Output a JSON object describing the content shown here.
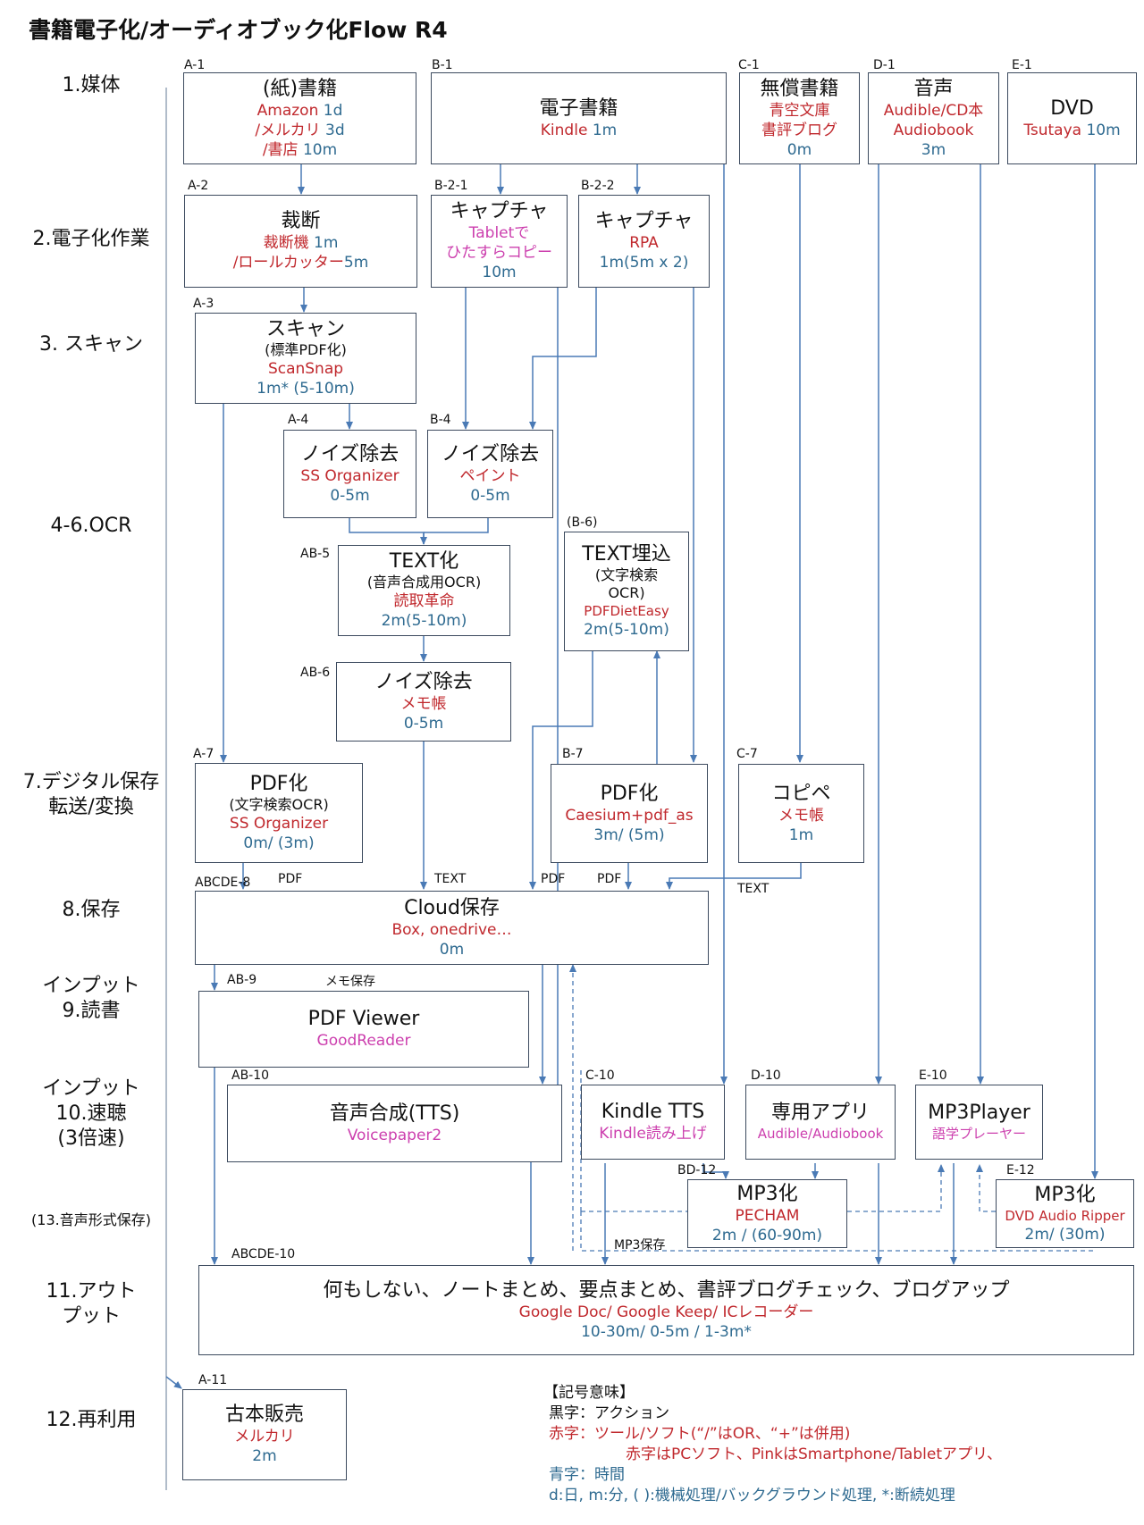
{
  "title": "書籍電子化/オーディオブック化Flow R4",
  "stages": {
    "s1": "1.媒体",
    "s2": "2.電子化作業",
    "s3": "3. スキャン",
    "s4": "4-6.OCR",
    "s7a": "7.デジタル保存",
    "s7b": "転送/変換",
    "s8": "8.保存",
    "s9a": "インプット",
    "s9b": "9.読書",
    "s10a": "インプット",
    "s10b": "10.速聴",
    "s10c": "(3倍速)",
    "s13": "(13.音声形式保存)",
    "s11a": "11.アウト",
    "s11b": "プット",
    "s12": "12.再利用"
  },
  "nodes": {
    "a1": {
      "id": "A-1",
      "title": "(紙)書籍",
      "l1_tool": "Amazon ",
      "l1_time": "1d",
      "l2_tool": "/メルカリ ",
      "l2_time": "3d",
      "l3_tool": "/書店 ",
      "l3_time": "10m"
    },
    "b1": {
      "id": "B-1",
      "title": "電子書籍",
      "tool": "Kindle ",
      "time": "1m"
    },
    "c1": {
      "id": "C-1",
      "title": "無償書籍",
      "tool1": "青空文庫",
      "tool2": "書評ブログ",
      "time": "0m"
    },
    "d1": {
      "id": "D-1",
      "title": "音声",
      "tool1": "Audible/CD本",
      "tool2": "Audiobook",
      "time": "3m"
    },
    "e1": {
      "id": "E-1",
      "title": "DVD",
      "tool": "Tsutaya ",
      "time": "10m"
    },
    "a2": {
      "id": "A-2",
      "title": "裁断",
      "l1_tool": "裁断機 ",
      "l1_time": "1m",
      "l2_tool": "/ロールカッター",
      "l2_time": "5m"
    },
    "b21": {
      "id": "B-2-1",
      "title": "キャプチャ",
      "app1": "Tabletで",
      "app2": "ひたすらコピー",
      "time": "10m"
    },
    "b22": {
      "id": "B-2-2",
      "title": "キャプチャ",
      "tool": "RPA",
      "time": "1m(5m x 2)"
    },
    "a3": {
      "id": "A-3",
      "title": "スキャン",
      "sub": "(標準PDF化)",
      "tool": "ScanSnap",
      "time": "1m* (5-10m)"
    },
    "a4": {
      "id": "A-4",
      "title": "ノイズ除去",
      "tool": "SS Organizer",
      "time": "0-5m"
    },
    "b4": {
      "id": "B-4",
      "title": "ノイズ除去",
      "tool": "ペイント",
      "time": "0-5m"
    },
    "ab5": {
      "id": "AB-5",
      "title": "TEXT化",
      "sub": "(音声合成用OCR)",
      "tool": "読取革命",
      "time": "2m(5-10m)"
    },
    "b6": {
      "id": "(B-6)",
      "title": "TEXT埋込",
      "sub1": "(文字検索",
      "sub2": "OCR)",
      "tool": "PDFDietEasy",
      "time": "2m(5-10m)"
    },
    "ab6": {
      "id": "AB-6",
      "title": "ノイズ除去",
      "tool": "メモ帳",
      "time": "0-5m"
    },
    "a7": {
      "id": "A-7",
      "title": "PDF化",
      "sub": "(文字検索OCR)",
      "tool": "SS Organizer",
      "time": "0m/ (3m)"
    },
    "b7": {
      "id": "B-7",
      "title": "PDF化",
      "tool": "Caesium+pdf_as",
      "time": "3m/ (5m)"
    },
    "c7": {
      "id": "C-7",
      "title": "コピペ",
      "tool": "メモ帳",
      "time": "1m"
    },
    "cloud": {
      "id": "ABCDE-8",
      "title": "Cloud保存",
      "tool": "Box, onedrive…",
      "time": "0m"
    },
    "ab9": {
      "id": "AB-9",
      "title": "PDF Viewer",
      "app": "GoodReader"
    },
    "ab10": {
      "id": "AB-10",
      "title": "音声合成(TTS)",
      "app": "Voicepaper2"
    },
    "c10": {
      "id": "C-10",
      "title": "Kindle TTS",
      "app": "Kindle読み上げ"
    },
    "d10": {
      "id": "D-10",
      "title": "専用アプリ",
      "app": "Audible/Audiobook"
    },
    "e10": {
      "id": "E-10",
      "title": "MP3Player",
      "app": "語学プレーヤー"
    },
    "bd12": {
      "id": "BD-12",
      "title": "MP3化",
      "tool": "PECHAM",
      "time": "2m / (60-90m)"
    },
    "e12": {
      "id": "E-12",
      "title": "MP3化",
      "tool": "DVD Audio Ripper",
      "time": "2m/ (30m)"
    },
    "out": {
      "id": "ABCDE-10",
      "title": "何もしない、ノートまとめ、要点まとめ、書評ブログチェック、ブログアップ",
      "tool": "Google Doc/ Google Keep/ ICレコーダー",
      "time": "10-30m/ 0-5m / 1-3m*"
    },
    "a11": {
      "id": "A-11",
      "title": "古本販売",
      "tool": "メルカリ",
      "time": "2m"
    }
  },
  "edge_labels": {
    "pdf1": "PDF",
    "text1": "TEXT",
    "pdf2": "PDF",
    "pdf3": "PDF",
    "text2": "TEXT",
    "memo": "メモ保存",
    "mp3save": "MP3保存"
  },
  "legend": {
    "head": "【記号意味】",
    "black": "黒字：アクション",
    "red1": "赤字：ツール/ソフト(“/”はOR、“+”は併用)",
    "red2": "赤字はPCソフト、PinkはSmartphone/Tabletアプリ、",
    "blue": "青字：時間",
    "note": "d:日, m:分, ( ):機械処理/バックグラウンド処理, *:断続処理"
  },
  "colors": {
    "action": "#111111",
    "tool_pc": "#c0282d",
    "tool_app": "#cc3fae",
    "time": "#2e6a90",
    "arrow": "#4a7ab5"
  }
}
